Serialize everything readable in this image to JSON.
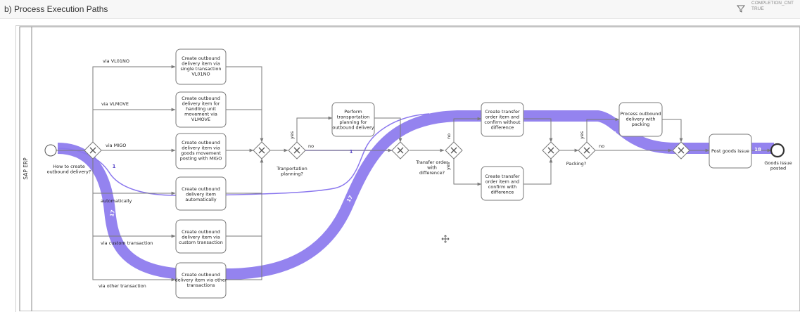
{
  "header": {
    "title": "b) Process Execution Paths",
    "info_line1": "COMPLETION_CNT",
    "info_line2": "TRUE"
  },
  "icons": {
    "filter": "filter-icon",
    "move": "move-cursor-icon"
  },
  "colors": {
    "flow": "#8b78ee",
    "accent": "#7b68e6",
    "edge": "#7a7a7a"
  },
  "pool_label": "SAP ERP",
  "start_label": [
    "How to create",
    "outbound delivery?"
  ],
  "end_label": [
    "Goods issue",
    "posted"
  ],
  "tasks": {
    "vl01no": [
      "Create outbound",
      "delivery item via",
      "single transaction",
      "VL01NO"
    ],
    "vlmove": [
      "Create outbound",
      "delivery item for",
      "handling unit",
      "movement via",
      "VLMOVE"
    ],
    "migo": [
      "Create outbound",
      "delivery item via",
      "goods movement",
      "posting with MIGO"
    ],
    "auto": [
      "Create outbound",
      "delivery item",
      "automatically"
    ],
    "custom": [
      "Create outbound",
      "delivery item via",
      "custom transaction"
    ],
    "other": [
      "Create outbound",
      "delivery item via other",
      "transactions"
    ],
    "transport": [
      "Perform",
      "transportation",
      "planning for",
      "outbound delivery"
    ],
    "to_nodiff": [
      "Create transfer",
      "order item and",
      "confirm without",
      "difference"
    ],
    "to_diff": [
      "Create transfer",
      "order item and",
      "confirm with",
      "difference"
    ],
    "packing": [
      "Process outbound",
      "delivery with",
      "packing"
    ],
    "post": [
      "Post goods issue"
    ]
  },
  "edge_labels": {
    "via_vl01no": "via VL01NO",
    "via_vlmove": "via VLMOVE",
    "via_migo": "via MIGO",
    "automatically": "automatically",
    "via_custom": "via custom transaction",
    "via_other": "via other transaction",
    "transport_yes": "yes",
    "transport_no": "no",
    "diff_no": "no",
    "diff_yes": "yes",
    "pack_yes": "yes",
    "pack_no": "no"
  },
  "gateway_labels": {
    "transport": [
      "Tranportation",
      "planning?"
    ],
    "difference": [
      "Transfer order",
      "with",
      "difference?"
    ],
    "packing": [
      "Packing?"
    ]
  },
  "flow_counts": {
    "auto_branch": "1",
    "main_down": "17",
    "main_rise": "17",
    "no_transport": "1",
    "to_post": "18",
    "to_end": "18"
  }
}
